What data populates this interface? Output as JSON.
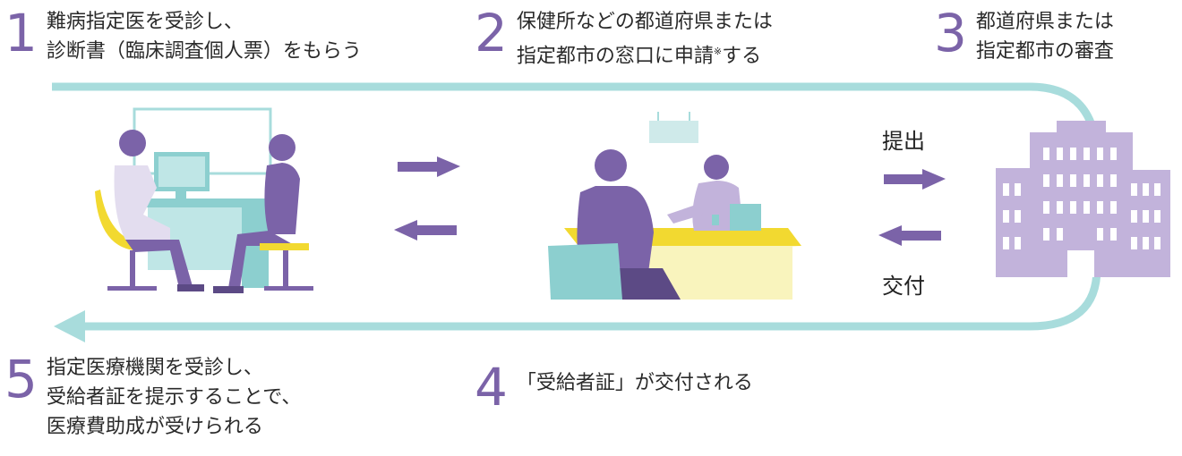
{
  "steps": [
    {
      "num": "1",
      "lines": [
        "難病指定医を受診し、",
        "診断書（臨床調査個人票）をもらう"
      ]
    },
    {
      "num": "2",
      "lines": [
        "保健所などの都道府県または",
        "指定都市の窓口に申請",
        "※",
        "する"
      ]
    },
    {
      "num": "3",
      "lines": [
        "都道府県または",
        "指定都市の審査"
      ]
    },
    {
      "num": "4",
      "lines": [
        "「受給者証」が交付される"
      ]
    },
    {
      "num": "5",
      "lines": [
        "指定医療機関を受診し、",
        "受給者証を提示することで、",
        "医療費助成が受けられる"
      ]
    }
  ],
  "labels": {
    "submit": "提出",
    "issue": "交付"
  },
  "colors": {
    "accent": "#7b63a8",
    "line": "#a8dcdc",
    "yellow": "#f2d930",
    "purple_light": "#c2b3db",
    "teal": "#8ccfcf"
  }
}
